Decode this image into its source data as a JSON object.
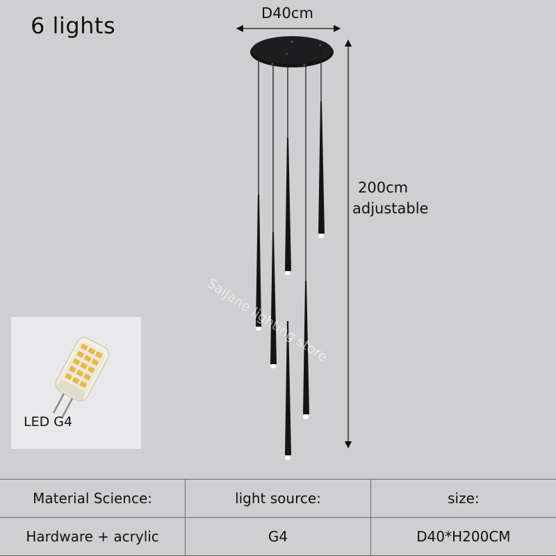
{
  "title": "6 lights",
  "dimensions": {
    "diameter": "D40cm",
    "height_line1": "200cm",
    "height_line2": "adjustable"
  },
  "watermark": "SaiJane lighting store",
  "inset": {
    "label": "LED G4",
    "bulb_icon": "led-g4-bulb-icon"
  },
  "spec_table": {
    "headers": [
      "Material Science:",
      "light source:",
      "size:"
    ],
    "values": [
      "Hardware + acrylic",
      "G4",
      "D40*H200CM"
    ]
  },
  "colors": {
    "background": "#cfcfd1",
    "fixture": "#111111",
    "led_glow": "#ffffff"
  }
}
